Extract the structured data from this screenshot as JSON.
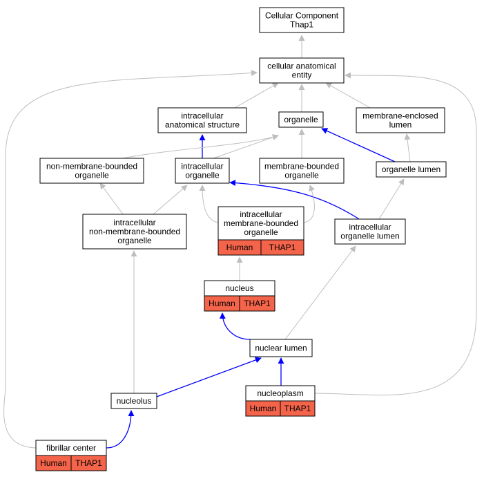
{
  "colors": {
    "node_fill": "#ffffff",
    "annotation_fill": "#f4644a",
    "edge_gray": "#bebebe",
    "edge_blue": "#0000ff"
  },
  "nodes": {
    "root": {
      "lines": [
        "Cellular Component",
        "Thap1"
      ]
    },
    "cae": {
      "lines": [
        "cellular anatomical",
        "entity"
      ]
    },
    "ias": {
      "lines": [
        "intracellular",
        "anatomical structure"
      ]
    },
    "organelle": {
      "lines": [
        "organelle"
      ]
    },
    "mel": {
      "lines": [
        "membrane-enclosed",
        "lumen"
      ]
    },
    "nmbo": {
      "lines": [
        "non-membrane-bounded",
        "organelle"
      ]
    },
    "io": {
      "lines": [
        "intracellular",
        "organelle"
      ]
    },
    "mbo": {
      "lines": [
        "membrane-bounded",
        "organelle"
      ]
    },
    "ol": {
      "lines": [
        "organelle lumen"
      ]
    },
    "inmbo": {
      "lines": [
        "intracellular",
        "non-membrane-bounded",
        "organelle"
      ]
    },
    "imbo": {
      "lines": [
        "intracellular",
        "membrane-bounded",
        "organelle"
      ],
      "annotation": [
        "Human",
        "THAP1"
      ]
    },
    "iol": {
      "lines": [
        "intracellular",
        "organelle lumen"
      ]
    },
    "nucleus": {
      "lines": [
        "nucleus"
      ],
      "annotation": [
        "Human",
        "THAP1"
      ]
    },
    "nl": {
      "lines": [
        "nuclear lumen"
      ]
    },
    "nucleolus": {
      "lines": [
        "nucleolus"
      ]
    },
    "nucleoplasm": {
      "lines": [
        "nucleoplasm"
      ],
      "annotation": [
        "Human",
        "THAP1"
      ]
    },
    "fc": {
      "lines": [
        "fibrillar center"
      ],
      "annotation": [
        "Human",
        "THAP1"
      ]
    }
  },
  "edges": [
    {
      "from": "cae",
      "to": "root",
      "type": "gray"
    },
    {
      "from": "ias",
      "to": "cae",
      "type": "gray"
    },
    {
      "from": "organelle",
      "to": "cae",
      "type": "gray"
    },
    {
      "from": "mel",
      "to": "cae",
      "type": "gray"
    },
    {
      "from": "fc",
      "to": "cae",
      "type": "gray"
    },
    {
      "from": "nucleoplasm",
      "to": "cae",
      "type": "gray"
    },
    {
      "from": "io",
      "to": "ias",
      "type": "blue"
    },
    {
      "from": "nmbo",
      "to": "organelle",
      "type": "gray"
    },
    {
      "from": "io",
      "to": "organelle",
      "type": "gray"
    },
    {
      "from": "mbo",
      "to": "organelle",
      "type": "gray"
    },
    {
      "from": "ol",
      "to": "organelle",
      "type": "blue"
    },
    {
      "from": "ol",
      "to": "mel",
      "type": "gray"
    },
    {
      "from": "inmbo",
      "to": "nmbo",
      "type": "gray"
    },
    {
      "from": "inmbo",
      "to": "io",
      "type": "gray"
    },
    {
      "from": "imbo",
      "to": "io",
      "type": "gray"
    },
    {
      "from": "iol",
      "to": "io",
      "type": "blue"
    },
    {
      "from": "imbo",
      "to": "mbo",
      "type": "gray"
    },
    {
      "from": "iol",
      "to": "ol",
      "type": "gray"
    },
    {
      "from": "nucleolus",
      "to": "inmbo",
      "type": "gray"
    },
    {
      "from": "nucleus",
      "to": "imbo",
      "type": "gray"
    },
    {
      "from": "nl",
      "to": "iol",
      "type": "gray"
    },
    {
      "from": "nl",
      "to": "nucleus",
      "type": "blue"
    },
    {
      "from": "nucleolus",
      "to": "nl",
      "type": "blue"
    },
    {
      "from": "nucleoplasm",
      "to": "nl",
      "type": "blue"
    },
    {
      "from": "fc",
      "to": "nucleolus",
      "type": "blue"
    }
  ]
}
